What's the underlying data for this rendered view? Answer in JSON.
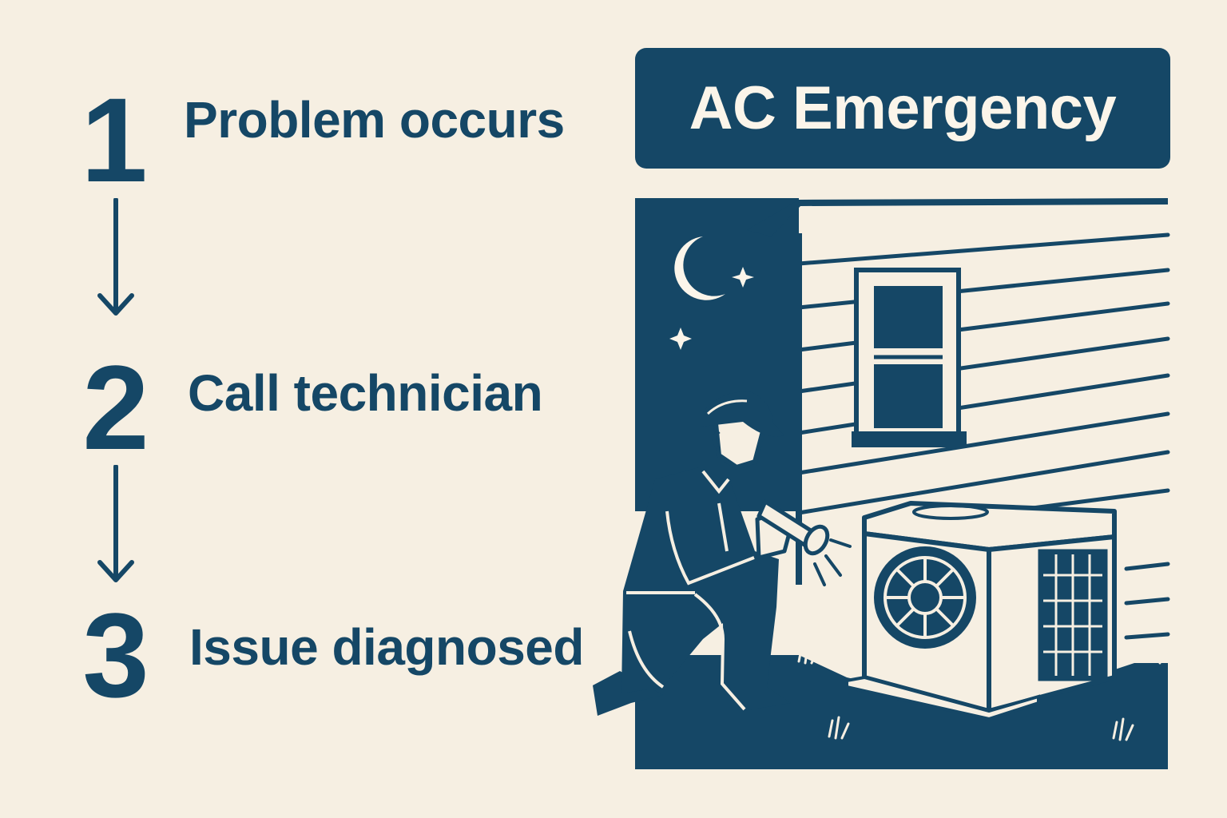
{
  "colors": {
    "background": "#f6efe2",
    "navy": "#154766",
    "cream": "#fbf5ea"
  },
  "steps": [
    {
      "number": "1",
      "label": "Problem occurs"
    },
    {
      "number": "2",
      "label": "Call technician"
    },
    {
      "number": "3",
      "label": "Issue diagnosed"
    }
  ],
  "title": "AC Emergency",
  "icons": [
    "arrow-down-icon",
    "moon-icon",
    "star-icon",
    "house-siding",
    "window",
    "technician",
    "flashlight-icon",
    "ac-condenser-unit",
    "fan-grille",
    "grass-icon"
  ]
}
